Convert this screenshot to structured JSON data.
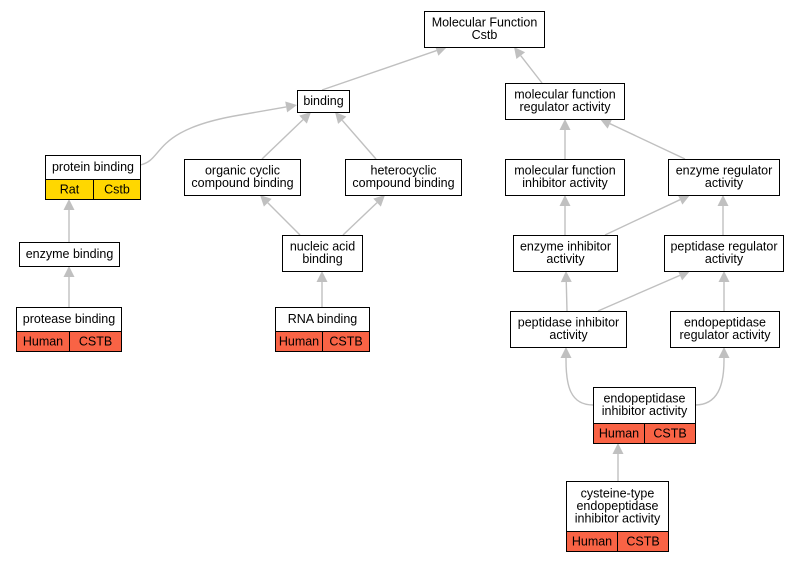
{
  "title_lines": [
    "Molecular Function",
    "Cstb"
  ],
  "colors": {
    "edge": "#c0c0c0",
    "rat_species": "#ffd700",
    "human_species": "#f96345"
  },
  "nodes": {
    "molecular_function": {
      "lines": [
        "Molecular Function",
        "Cstb"
      ]
    },
    "binding": {
      "lines": [
        "binding"
      ]
    },
    "mf_regulator_activity": {
      "lines": [
        "molecular function",
        "regulator activity"
      ]
    },
    "protein_binding": {
      "lines": [
        "protein binding"
      ],
      "tags": [
        "Rat",
        "Cstb"
      ]
    },
    "organic_cyclic_compound_binding": {
      "lines": [
        "organic cyclic",
        "compound binding"
      ]
    },
    "heterocyclic_compound_binding": {
      "lines": [
        "heterocyclic",
        "compound binding"
      ]
    },
    "mf_inhibitor_activity": {
      "lines": [
        "molecular function",
        "inhibitor activity"
      ]
    },
    "enzyme_regulator_activity": {
      "lines": [
        "enzyme regulator",
        "activity"
      ]
    },
    "enzyme_binding": {
      "lines": [
        "enzyme binding"
      ]
    },
    "nucleic_acid_binding": {
      "lines": [
        "nucleic acid",
        "binding"
      ]
    },
    "enzyme_inhibitor_activity": {
      "lines": [
        "enzyme inhibitor",
        "activity"
      ]
    },
    "peptidase_regulator_activity": {
      "lines": [
        "peptidase regulator",
        "activity"
      ]
    },
    "protease_binding": {
      "lines": [
        "protease binding"
      ],
      "tags": [
        "Human",
        "CSTB"
      ]
    },
    "rna_binding": {
      "lines": [
        "RNA binding"
      ],
      "tags": [
        "Human",
        "CSTB"
      ]
    },
    "peptidase_inhibitor_activity": {
      "lines": [
        "peptidase inhibitor",
        "activity"
      ]
    },
    "endopeptidase_regulator_activity": {
      "lines": [
        "endopeptidase",
        "regulator activity"
      ]
    },
    "endopeptidase_inhibitor_activity": {
      "lines": [
        "endopeptidase",
        "inhibitor activity"
      ],
      "tags": [
        "Human",
        "CSTB"
      ]
    },
    "cysteine_type_endopeptidase_inhibitor_activity": {
      "lines": [
        "cysteine-type",
        "endopeptidase",
        "inhibitor activity"
      ],
      "tags": [
        "Human",
        "CSTB"
      ]
    }
  },
  "edges": [
    {
      "from": "binding",
      "to": "molecular_function"
    },
    {
      "from": "mf_regulator_activity",
      "to": "molecular_function"
    },
    {
      "from": "protein_binding",
      "to": "binding"
    },
    {
      "from": "organic_cyclic_compound_binding",
      "to": "binding"
    },
    {
      "from": "heterocyclic_compound_binding",
      "to": "binding"
    },
    {
      "from": "mf_inhibitor_activity",
      "to": "mf_regulator_activity"
    },
    {
      "from": "enzyme_regulator_activity",
      "to": "mf_regulator_activity"
    },
    {
      "from": "enzyme_binding",
      "to": "protein_binding"
    },
    {
      "from": "nucleic_acid_binding",
      "to": "organic_cyclic_compound_binding"
    },
    {
      "from": "nucleic_acid_binding",
      "to": "heterocyclic_compound_binding"
    },
    {
      "from": "enzyme_inhibitor_activity",
      "to": "mf_inhibitor_activity"
    },
    {
      "from": "enzyme_inhibitor_activity",
      "to": "enzyme_regulator_activity"
    },
    {
      "from": "peptidase_regulator_activity",
      "to": "enzyme_regulator_activity"
    },
    {
      "from": "protease_binding",
      "to": "enzyme_binding"
    },
    {
      "from": "rna_binding",
      "to": "nucleic_acid_binding"
    },
    {
      "from": "peptidase_inhibitor_activity",
      "to": "enzyme_inhibitor_activity"
    },
    {
      "from": "peptidase_inhibitor_activity",
      "to": "peptidase_regulator_activity"
    },
    {
      "from": "endopeptidase_regulator_activity",
      "to": "peptidase_regulator_activity"
    },
    {
      "from": "endopeptidase_inhibitor_activity",
      "to": "peptidase_inhibitor_activity"
    },
    {
      "from": "endopeptidase_inhibitor_activity",
      "to": "endopeptidase_regulator_activity"
    },
    {
      "from": "cysteine_type_endopeptidase_inhibitor_activity",
      "to": "endopeptidase_inhibitor_activity"
    }
  ]
}
